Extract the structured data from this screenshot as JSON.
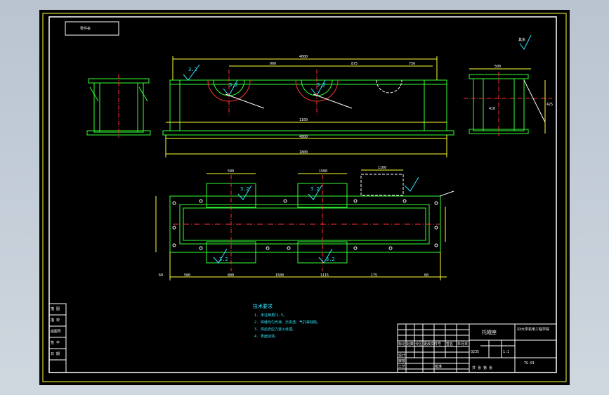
{
  "drawing": {
    "title_tag": "零件名",
    "stamp_label": "其余",
    "roughness_main": "3.2",
    "roughness_small": "3.2",
    "dims_top": [
      "4000",
      "900",
      "875",
      "750"
    ],
    "dims_bottom": [
      "1160",
      "4800",
      "1800"
    ],
    "dims_plan_top": [
      "500",
      "1500",
      "1160"
    ],
    "dims_plan_bottom": [
      "60",
      "500",
      "800",
      "1500",
      "1115",
      "175",
      "60"
    ],
    "dims_side": [
      "500",
      "410",
      "425"
    ],
    "notes_title": "技术要求",
    "notes": [
      "1. 未注倒角C1.5。",
      "2. 焊缝均匀光滑、无夹渣、气孔等缺陷。",
      "3. 焊后去应力退火处理。",
      "4. 表面涂漆。"
    ],
    "left_block": [
      "描 图",
      "描 校",
      "底图号",
      "签 字",
      "日 期"
    ],
    "title_block": {
      "part_name": "托辊座",
      "company": "XX大学机电工程学院",
      "material": "Q235",
      "scale": "1:1",
      "drawing_no": "TG-01",
      "sheet": "共 张 第 张",
      "rows": [
        "标记",
        "处数",
        "分区",
        "更改文件号",
        "签名",
        "年月日"
      ],
      "roles": [
        "设计",
        "审核",
        "工艺",
        "批准"
      ]
    }
  }
}
